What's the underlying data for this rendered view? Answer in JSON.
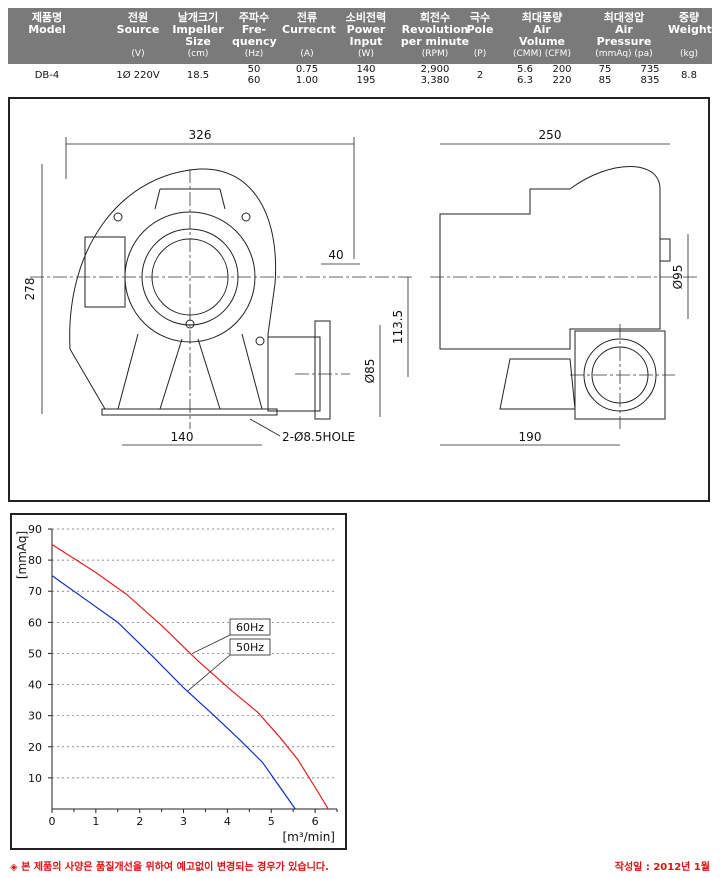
{
  "spec_header": [
    {
      "ko": "제품명",
      "en": "Model",
      "unit": ""
    },
    {
      "ko": "전원",
      "en": "Source",
      "unit": "(V)"
    },
    {
      "ko": "날개크기",
      "en": "Impeller Size",
      "unit": "(cm)"
    },
    {
      "ko": "주파수",
      "en": "Fre- quency",
      "unit": "(Hz)"
    },
    {
      "ko": "전류",
      "en": "Currecnt",
      "unit": "(A)"
    },
    {
      "ko": "소비전력",
      "en": "Power Input",
      "unit": "(W)"
    },
    {
      "ko": "회전수",
      "en": "Revolution per minute",
      "unit": "(RPM)"
    },
    {
      "ko": "극수",
      "en": "Pole",
      "unit": "(P)"
    },
    {
      "ko": "최대풍량",
      "en": "Air Volume",
      "unit": "(CMM)   (CFM)"
    },
    {
      "ko": "최대정압",
      "en": "Air Pressure",
      "unit": "(mmAq)      (pa)"
    },
    {
      "ko": "중량",
      "en": "Weight",
      "unit": "(kg)"
    }
  ],
  "spec_row": {
    "model": "DB-4",
    "source": "1Ø 220V",
    "impeller": "18.5",
    "freq": [
      "50",
      "60"
    ],
    "current": [
      "0.75",
      "1.00"
    ],
    "power": [
      "140",
      "195"
    ],
    "rpm": [
      "2,900",
      "3,380"
    ],
    "pole": "2",
    "cmm": [
      "5.6",
      "6.3"
    ],
    "cfm": [
      "200",
      "220"
    ],
    "mmaq": [
      "75",
      "85"
    ],
    "pa": [
      "735",
      "835"
    ],
    "weight": "8.8"
  },
  "drawing": {
    "dims": {
      "width_front": "326",
      "height": "278",
      "outlet_offset": "40",
      "outlet_height": "113.5",
      "outlet_dia": "Ø85",
      "base_width": "140",
      "holes": "2-Ø8.5HOLE",
      "width_side": "250",
      "depth": "190",
      "motor_dia": "Ø95"
    }
  },
  "chart_data": {
    "type": "line",
    "xlabel": "[m³/min]",
    "ylabel": "[mmAq]",
    "xlim": [
      0,
      6.5
    ],
    "ylim": [
      0,
      90
    ],
    "xticks": [
      0,
      1,
      2,
      3,
      4,
      5,
      6
    ],
    "yticks": [
      10,
      20,
      30,
      40,
      50,
      60,
      70,
      80,
      90
    ],
    "series": [
      {
        "name": "60Hz",
        "color": "#e02020",
        "x": [
          0,
          1,
          1.7,
          2.5,
          3.3,
          4.1,
          4.7,
          5.2,
          5.6,
          6.0,
          6.3
        ],
        "y": [
          85,
          76,
          69,
          59,
          48,
          38,
          31,
          23,
          16,
          7,
          0
        ]
      },
      {
        "name": "50Hz",
        "color": "#1030c0",
        "x": [
          0,
          0.8,
          1.5,
          2.3,
          3.0,
          3.7,
          4.3,
          4.8,
          5.2,
          5.55
        ],
        "y": [
          75,
          67,
          60,
          49,
          39,
          30,
          22,
          15,
          7,
          0
        ]
      }
    ]
  },
  "footer": {
    "notice": "◈ 본 제품의 사양은 품질개선을 위하여 예고없이 변경되는 경우가 있습니다.",
    "date": "작성일 : 2012년 1월"
  }
}
